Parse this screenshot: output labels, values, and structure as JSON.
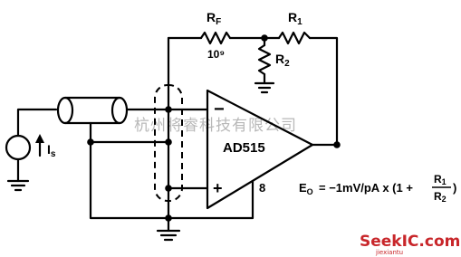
{
  "components": {
    "rf_label": "R",
    "rf_sub": "F",
    "rf_value": "10⁹",
    "r1_label": "R",
    "r1_sub": "1",
    "r2_label": "R",
    "r2_sub": "2",
    "is_label": "I",
    "is_sub": "s",
    "opamp_label": "AD515",
    "minus_sign": "−",
    "plus_sign": "+",
    "pin_label": "8"
  },
  "equation": {
    "lhs": "E",
    "lhs_sub": "O",
    "body": "= −1mV/pA x (1 +",
    "frac_num": "R",
    "frac_num_sub": "1",
    "frac_den": "R",
    "frac_den_sub": "2",
    "close": ")"
  },
  "watermark": {
    "text": "杭州将睿科技有限公司",
    "logo": "SeekIC.com",
    "logo_sub": "jiexiantu"
  }
}
